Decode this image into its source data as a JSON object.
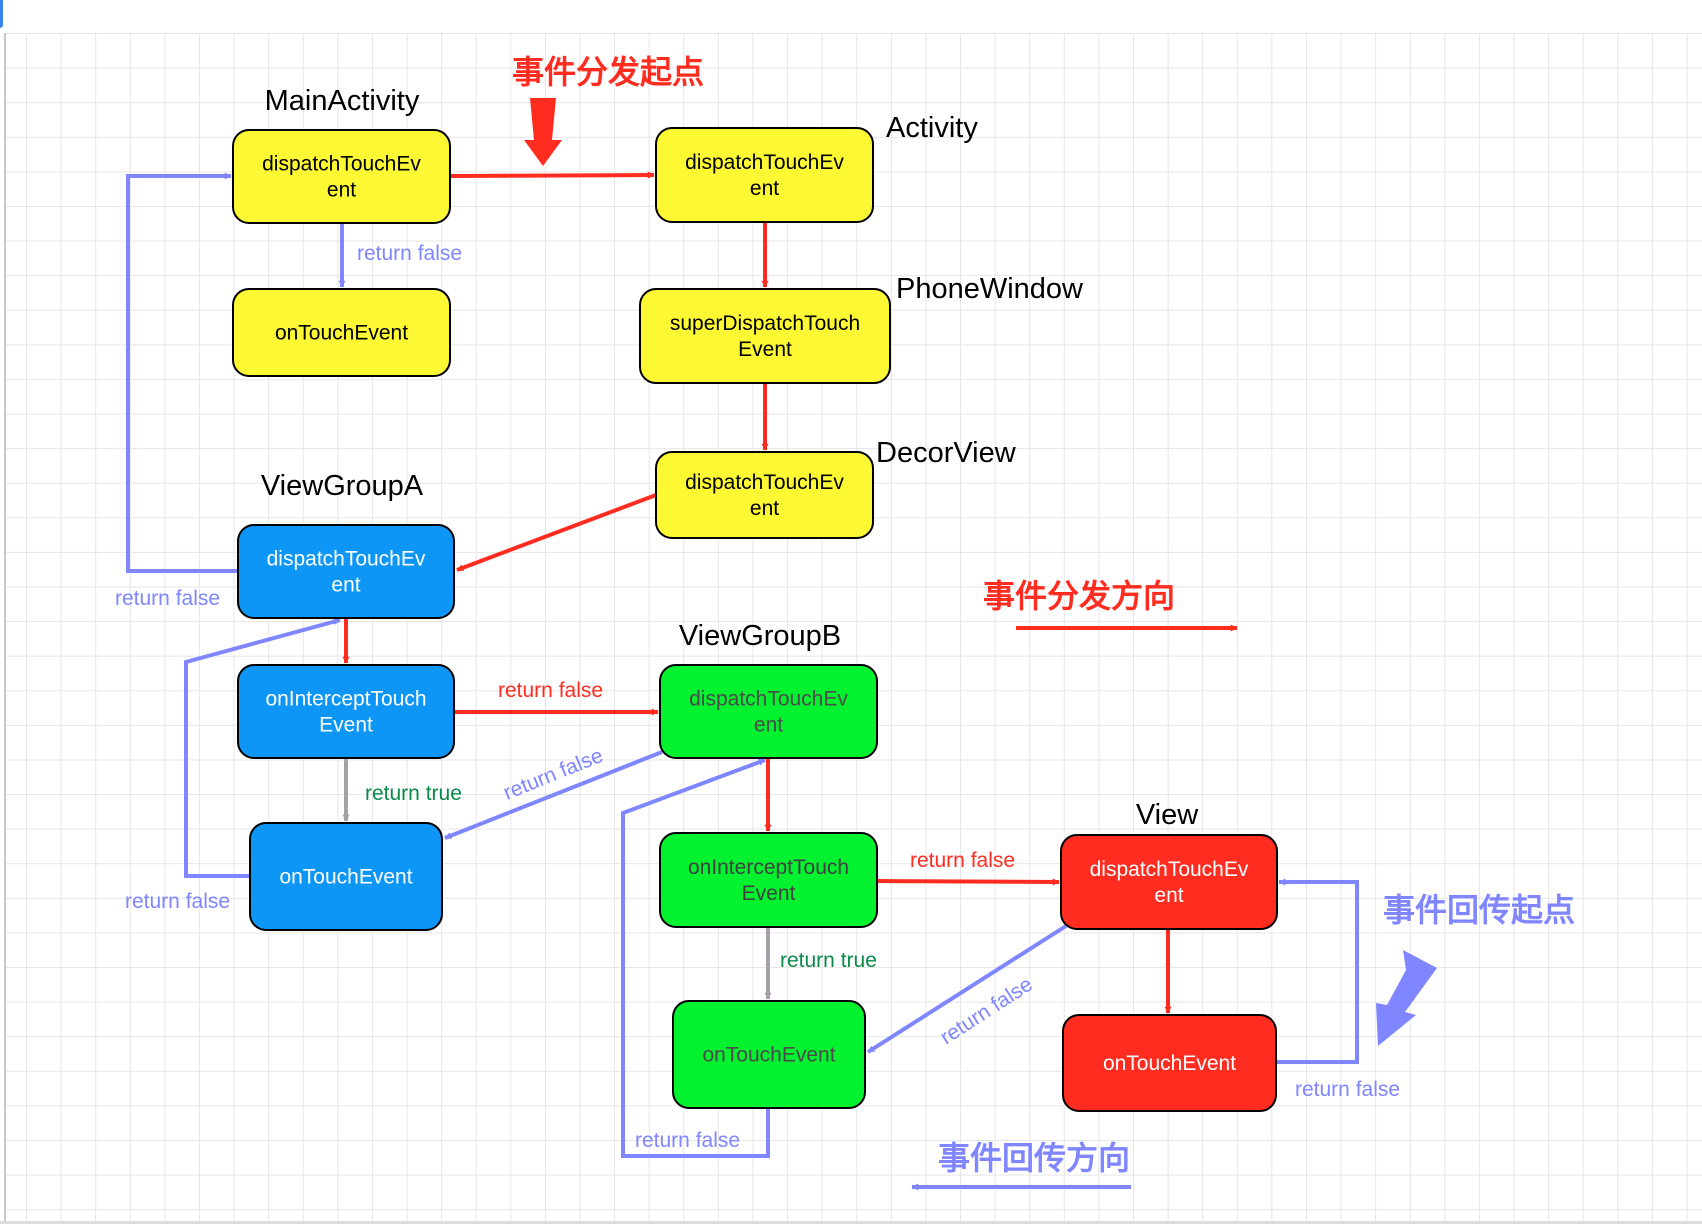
{
  "colors": {
    "yellow": "#FDF834",
    "blue": "#0D96F5",
    "green": "#03F22F",
    "red": "#FF2C1F",
    "dispatch_red": "#FF2C1F",
    "return_purple": "#7F86FF",
    "return_true_green": "#0A8A4A",
    "grey_arrow": "#A8A0A8",
    "green_text": "#4A4A4A"
  },
  "titles": {
    "dispatch_start": "事件分发起点",
    "dispatch_direction": "事件分发方向",
    "return_start": "事件回传起点",
    "return_direction": "事件回传方向"
  },
  "class_labels": {
    "main_activity": "MainActivity",
    "activity": "Activity",
    "phone_window": "PhoneWindow",
    "decor_view": "DecorView",
    "view_group_a": "ViewGroupA",
    "view_group_b": "ViewGroupB",
    "view": "View"
  },
  "nodes": {
    "main_dispatch": [
      "dispatchTouchEv",
      "ent"
    ],
    "main_ontouch": [
      "onTouchEvent"
    ],
    "activity_dispatch": [
      "dispatchTouchEv",
      "ent"
    ],
    "phonewindow_super": [
      "superDispatchTouch",
      "Event"
    ],
    "decor_dispatch": [
      "dispatchTouchEv",
      "ent"
    ],
    "vga_dispatch": [
      "dispatchTouchEv",
      "ent"
    ],
    "vga_intercept": [
      "onInterceptTouch",
      "Event"
    ],
    "vga_ontouch": [
      "onTouchEvent"
    ],
    "vgb_dispatch": [
      "dispatchTouchEv",
      "ent"
    ],
    "vgb_intercept": [
      "onInterceptTouch",
      "Event"
    ],
    "vgb_ontouch": [
      "onTouchEvent"
    ],
    "view_dispatch": [
      "dispatchTouchEv",
      "ent"
    ],
    "view_ontouch": [
      "onTouchEvent"
    ]
  },
  "edge_labels": {
    "main_return_false": "return false",
    "vga_dispatch_return_false": "return false",
    "vga_intercept_to_vgb": "return false",
    "vga_return_true": "return true",
    "vgb_to_vga_return_false": "return false",
    "vga_ontouch_return_false": "return false",
    "vgb_intercept_to_view": "return false",
    "vgb_return_true": "return true",
    "view_to_vgb_return_false": "return false",
    "view_ontouch_return_false": "return false",
    "vgb_ontouch_return_false": "return false"
  }
}
